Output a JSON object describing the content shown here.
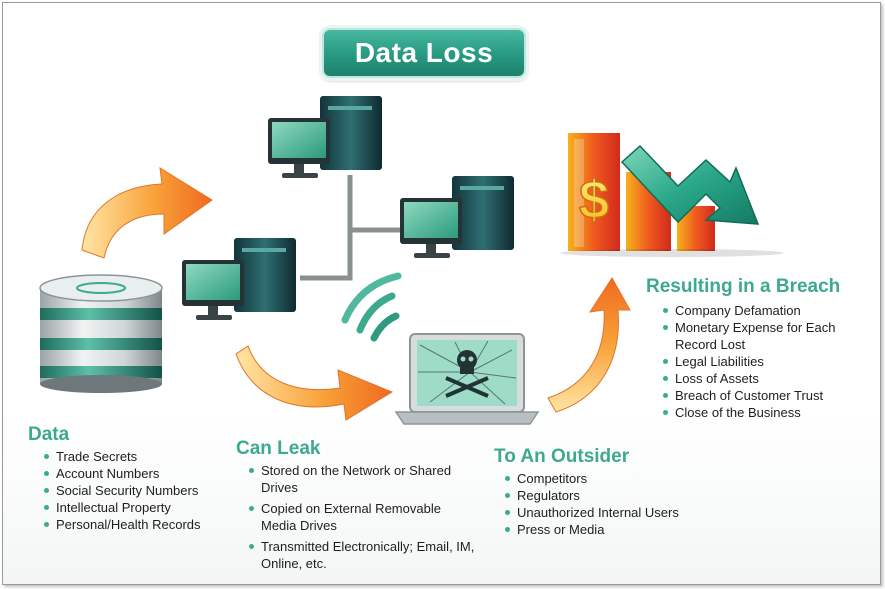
{
  "title": "Data Loss",
  "sections": {
    "data": {
      "title": "Data",
      "items": [
        "Trade Secrets",
        "Account Numbers",
        "Social Security Numbers",
        "Intellectual Property",
        "Personal/Health Records"
      ]
    },
    "can_leak": {
      "title": "Can Leak",
      "items": [
        "Stored on the Network or Shared Drives",
        "Copied on External Removable Media Drives",
        "Transmitted Electronically; Email, IM, Online, etc."
      ]
    },
    "outsider": {
      "title": "To An Outsider",
      "items": [
        "Competitors",
        "Regulators",
        "Unauthorized Internal Users",
        "Press or Media"
      ]
    },
    "breach": {
      "title": "Resulting in a Breach",
      "items": [
        "Company Defamation",
        "Monetary Expense for Each Record Lost",
        "Legal Liabilities",
        "Loss of Assets",
        "Breach of Customer Trust",
        "Close of the Business"
      ]
    }
  },
  "icons": [
    "database-icon",
    "network-computers-icon",
    "wireless-signal-icon",
    "compromised-laptop-icon",
    "financial-loss-chart-icon",
    "flow-arrow-icon"
  ],
  "colors": {
    "accent_teal": "#3da98f",
    "arrow_orange": "#f5822a",
    "chart_green": "#2aa88a",
    "bar_red": "#e3341f",
    "bar_yellow": "#f7d316"
  }
}
